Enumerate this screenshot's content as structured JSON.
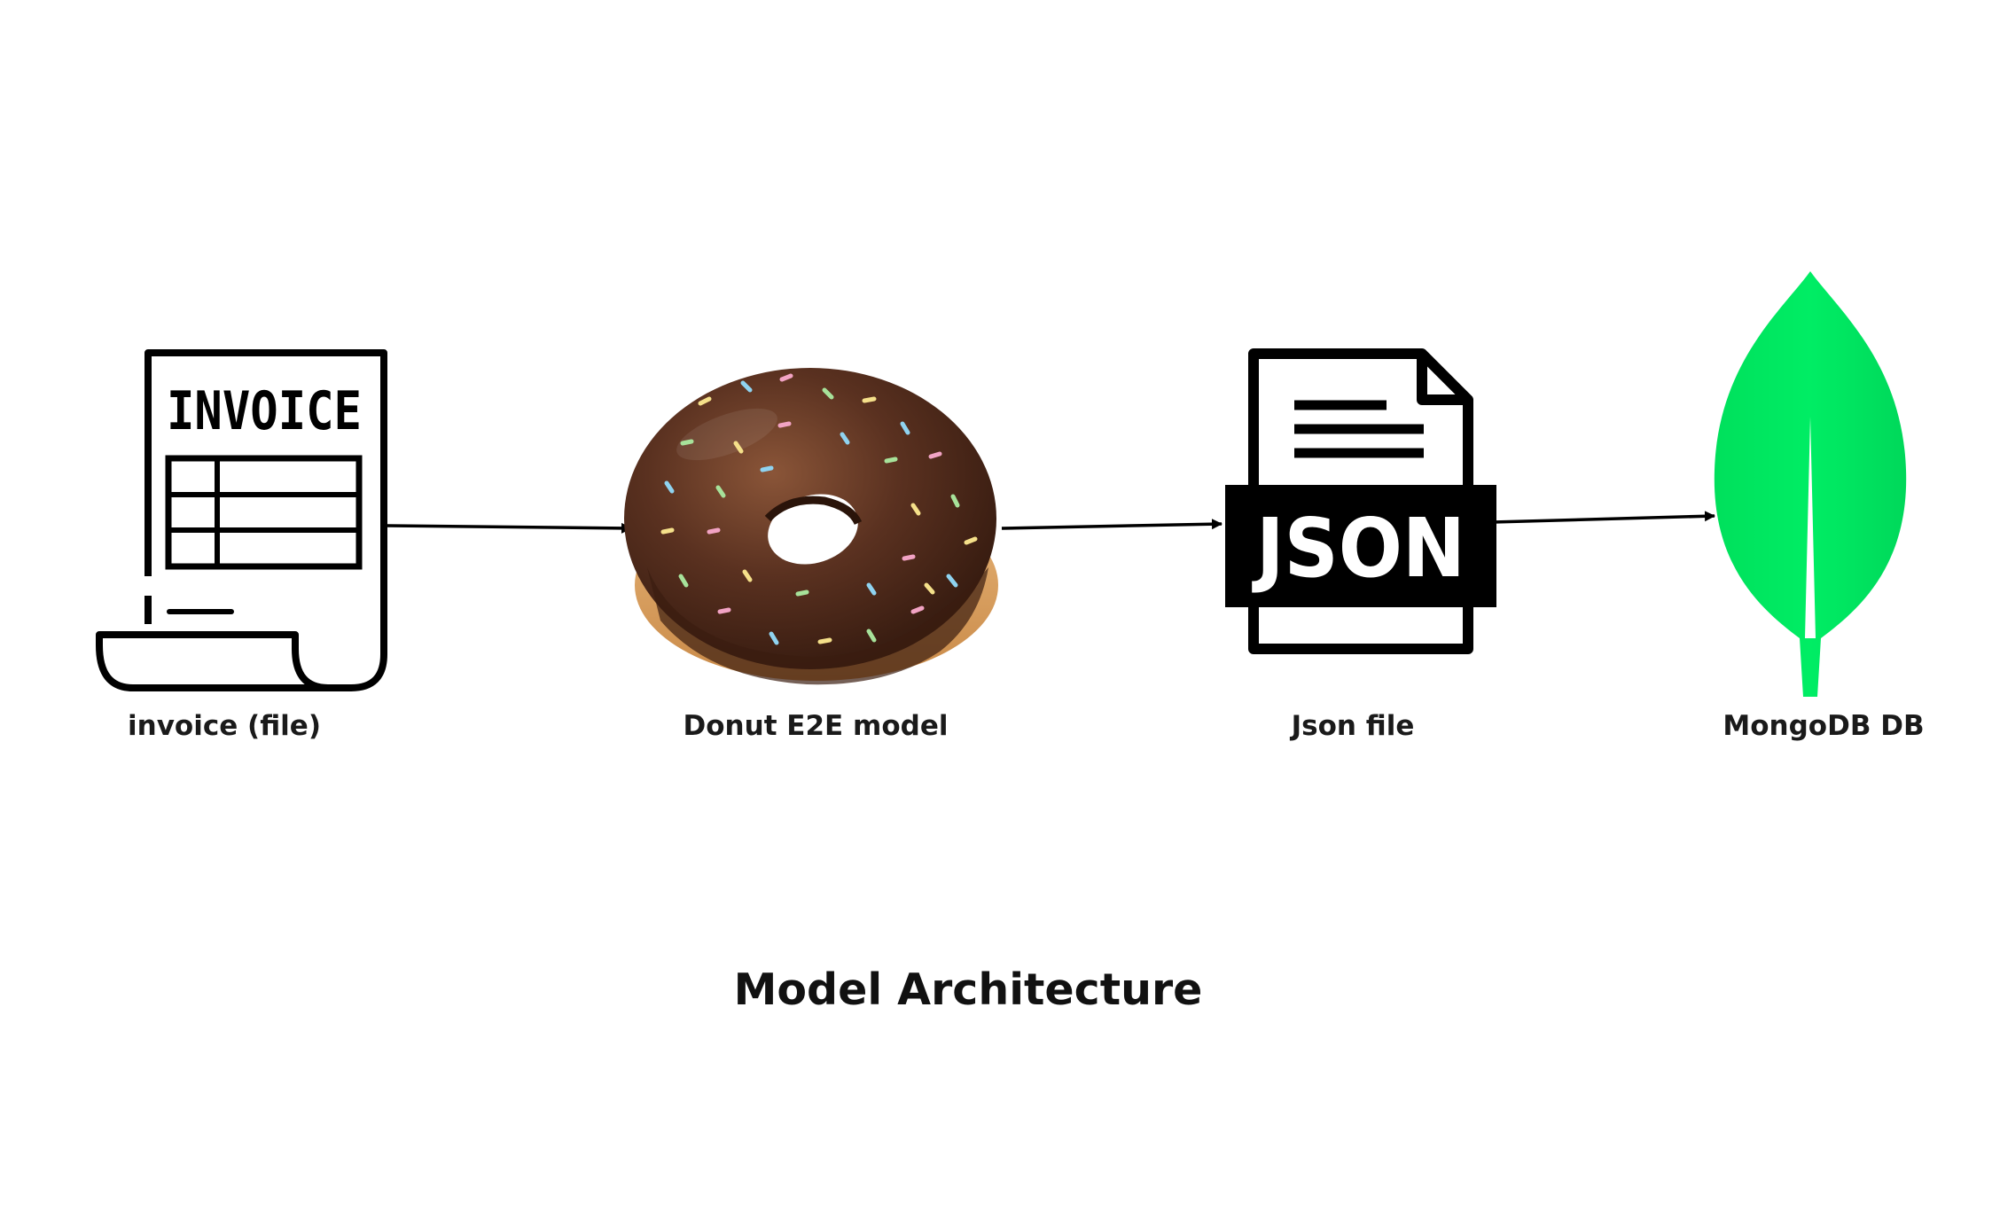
{
  "title": "Model Architecture",
  "nodes": [
    {
      "label": "invoice (file)",
      "icon": "invoice-document-icon",
      "icon_text": "INVOICE"
    },
    {
      "label": "Donut E2E model",
      "icon": "donut-icon"
    },
    {
      "label": "Json file",
      "icon": "json-file-icon",
      "icon_text": "JSON"
    },
    {
      "label": "MongoDB DB",
      "icon": "mongodb-leaf-icon"
    }
  ],
  "edges": [
    {
      "from": "invoice (file)",
      "to": "Donut E2E model"
    },
    {
      "from": "Donut E2E model",
      "to": "Json file"
    },
    {
      "from": "Json file",
      "to": "MongoDB DB"
    }
  ],
  "colors": {
    "line": "#000000",
    "mongodb_green": "#00ED64",
    "donut_chocolate": "#4a2a1a",
    "donut_dough": "#d9a066"
  }
}
